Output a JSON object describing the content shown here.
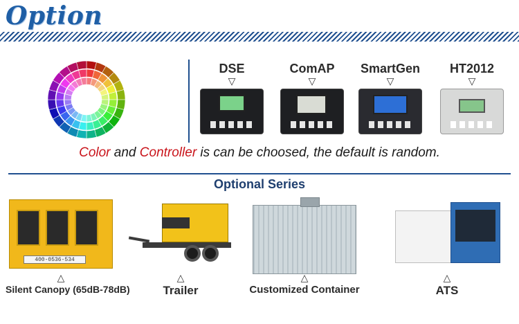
{
  "header": {
    "title": "Option"
  },
  "controllers": [
    {
      "name": "DSE"
    },
    {
      "name": "ComAP"
    },
    {
      "name": "SmartGen"
    },
    {
      "name": "HT2012"
    }
  ],
  "caption": {
    "part1": "Color",
    "part2": " and ",
    "part3": "Controller",
    "part4": " is can be choosed, the default is random."
  },
  "section_title": "Optional Series",
  "products": [
    {
      "label": "Silent Canopy (65dB-78dB)",
      "plate": "400-0536-534"
    },
    {
      "label": "Trailer"
    },
    {
      "label": "Customized Container"
    },
    {
      "label": "ATS"
    }
  ],
  "symbols": {
    "triangle": "▽",
    "triangle_up": "△"
  },
  "colors": {
    "accent": "#1f4f8f",
    "title": "#1f5fa6",
    "highlight": "#c9141b",
    "canopy": "#f1b81b"
  }
}
